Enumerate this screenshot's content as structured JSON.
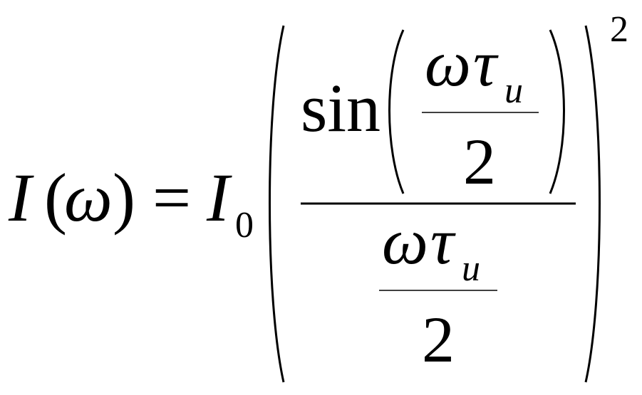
{
  "formula": {
    "lhs": {
      "func": "I",
      "open_paren": "(",
      "arg": "ω",
      "close_paren": ")"
    },
    "equals": "=",
    "coef": {
      "base": "I",
      "subscript": "0"
    },
    "exponent": "2",
    "numerator": {
      "func": "sin",
      "inner_fraction": {
        "omega": "ω",
        "tau": "τ",
        "subscript": "u",
        "denominator": "2"
      }
    },
    "denominator": {
      "omega": "ω",
      "tau": "τ",
      "subscript": "u",
      "denominator": "2"
    }
  }
}
